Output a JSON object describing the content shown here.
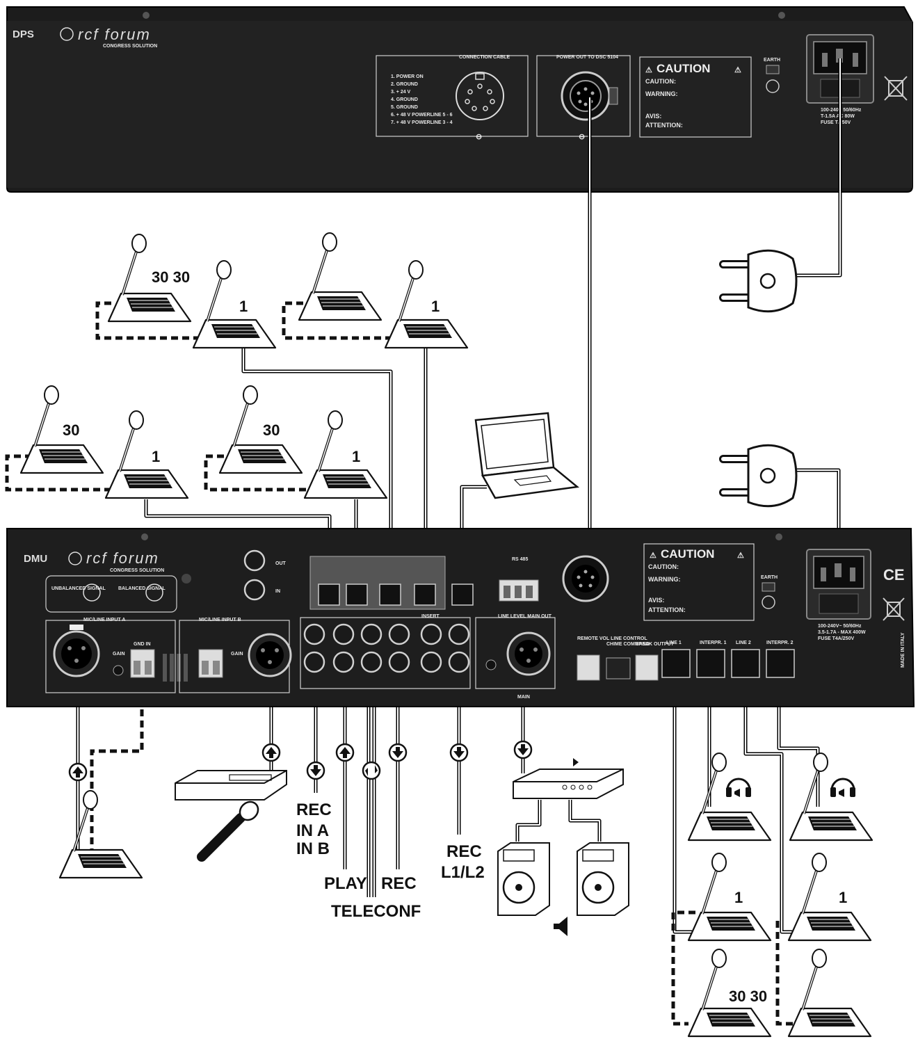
{
  "dps_unit": {
    "model": "DPS",
    "brand": "rcf forum",
    "brand_sub": "CONGRESS SOLUTION",
    "connection_cable": {
      "title": "CONNECTION CABLE",
      "pins": [
        "1.   POWER ON",
        "2.   GROUND",
        "3.   + 24 V",
        "4.   GROUND",
        "5.   GROUND",
        "6.   + 48 V POWERLINE 5 - 6",
        "7.   + 48 V POWERLINE 3 - 4"
      ]
    },
    "power_out_label": "POWER OUT TO DSC 5104",
    "caution_title": "CAUTION",
    "caution_lines": [
      "CAUTION:",
      "WARNING:",
      "AVIS:",
      "ATTENTION:"
    ],
    "earth_label": "EARTH",
    "mains_rating": "100-240V  50/60Hz\nT-1.5A     AC 80W\nFUSE   T/250V"
  },
  "dmu_unit": {
    "model": "DMU",
    "brand": "rcf forum",
    "brand_sub": "CONGRESS SOLUTION",
    "unbalanced_label": "UNBALANCED SIGNAL",
    "balanced_label": "BALANCED SIGNAL",
    "mic_line_input_a": "MIC/LINE INPUT A",
    "mic_line_input_b": "MIC/LINE INPUT B",
    "gain_label": "GAIN",
    "gnd_in_label": "GND IN",
    "insert_label": "INSERT",
    "line_level_main_out": "LINE LEVEL MAIN OUT",
    "rs485_label": "RS 485",
    "out_label": "OUT",
    "in_label": "IN",
    "caution_title": "CAUTION",
    "caution_lines": [
      "CAUTION:",
      "WARNING:",
      "AVIS:",
      "ATTENTION:"
    ],
    "earth_label": "EARTH",
    "remote_label": "REMOTE VOL LINE CONTROL",
    "chime_command": "CHIME COMMAND",
    "speak_output": "SPEAK OUTPUT",
    "line1": "LINE 1",
    "interpr1": "INTERPR. 1",
    "line2": "LINE 2",
    "interpr2": "INTERPR. 2",
    "main_label": "MAIN",
    "mains_rating": "100-240V~  50/60Hz\n3.5-1.7A - MAX 400W\nFUSE T4A/250V",
    "made_in": "MADE IN ITALY",
    "ce_mark": "CE"
  },
  "labels": {
    "rec_in": "REC",
    "in_a": "IN A",
    "in_b": "IN B",
    "play": "PLAY",
    "rec_right": "REC",
    "teleconf": "TELECONF",
    "rec_l": "REC",
    "l1l2": "L1/L2"
  },
  "mic_counts": {
    "top_left_pair": "30 30",
    "top_left_single": "1",
    "top_right_single": "1",
    "mid_left_30": "30",
    "mid_left_1": "1",
    "mid_center_30": "30",
    "mid_center_1": "1",
    "bottom_right_1a": "1",
    "bottom_right_1b": "1",
    "bottom_right_pair": "30 30"
  }
}
